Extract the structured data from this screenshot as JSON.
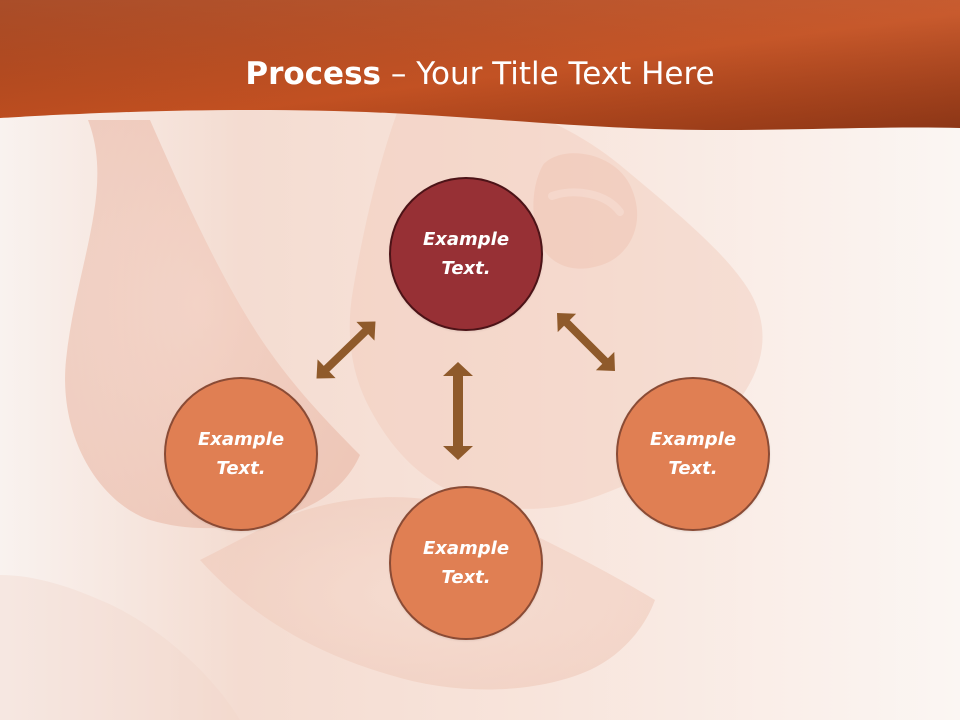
{
  "slide": {
    "title_bold": "Process",
    "title_rest": " – Your Title Text Here"
  },
  "diagram": {
    "nodes": {
      "top": "Example Text.",
      "left": "Example Text.",
      "bottom": "Example Text.",
      "right": "Example Text."
    },
    "arrow_color": "#8f5a2b"
  },
  "colors": {
    "header_dark": "#8b3516",
    "header_light": "#d7672f",
    "center_node": "#973035",
    "outer_node": "#e07f53",
    "background": "#fbf1ec"
  }
}
